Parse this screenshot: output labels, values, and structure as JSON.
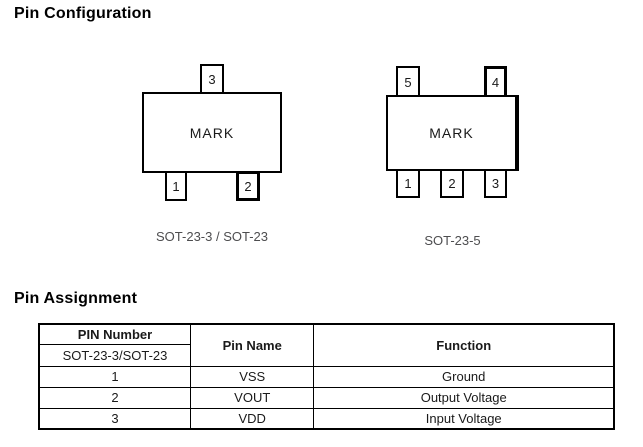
{
  "page": {
    "section1_title": "Pin Configuration",
    "section2_title": "Pin Assignment"
  },
  "packages": [
    {
      "caption": "SOT-23-3 / SOT-23",
      "mark": "MARK",
      "top_pins": [
        "3"
      ],
      "bottom_pins": [
        "1",
        "2"
      ]
    },
    {
      "caption": "SOT-23-5",
      "mark": "MARK",
      "top_pins": [
        "5",
        "4"
      ],
      "bottom_pins": [
        "1",
        "2",
        "3"
      ]
    }
  ],
  "pin_table": {
    "header": {
      "col1_line1": "PIN Number",
      "col1_line2": "SOT-23-3/SOT-23",
      "col2": "Pin Name",
      "col3": "Function"
    },
    "rows": [
      {
        "number": "1",
        "name": "VSS",
        "function": "Ground"
      },
      {
        "number": "2",
        "name": "VOUT",
        "function": "Output Voltage"
      },
      {
        "number": "3",
        "name": "VDD",
        "function": "Input Voltage"
      }
    ]
  },
  "colors": {
    "background": "#ffffff",
    "text": "#000000",
    "caption": "#4d4d4f",
    "line": "#000000"
  }
}
